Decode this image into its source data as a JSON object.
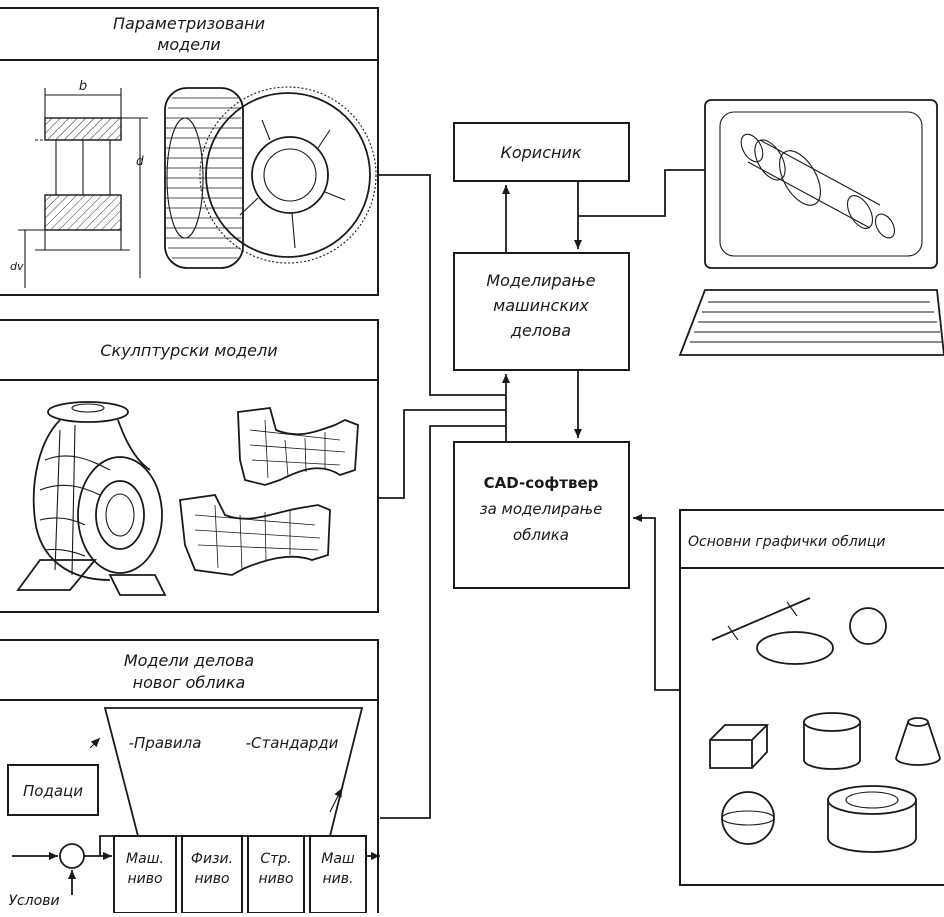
{
  "panels": {
    "parametrized": {
      "title_line1": "Параметризовани",
      "title_line2": "модели"
    },
    "sculptural": {
      "title": "Скулптурски модели"
    },
    "new_shape": {
      "title_line1": "Модели делова",
      "title_line2": "новог облика",
      "rules": "-Правила",
      "standards": "-Стандарди",
      "data": "Подаци",
      "conditions": "Услови",
      "levels": [
        {
          "l1": "Маш.",
          "l2": "ниво"
        },
        {
          "l1": "Физи.",
          "l2": "ниво"
        },
        {
          "l1": "Стр.",
          "l2": "ниво"
        },
        {
          "l1": "Маш",
          "l2": "нив."
        }
      ]
    },
    "graphic_forms": {
      "title": "Основни графички облици"
    }
  },
  "blocks": {
    "user": "Корисник",
    "modeling_l1": "Моделирање",
    "modeling_l2": "машинских",
    "modeling_l3": "делова",
    "cad_l1": "CAD-софтвер",
    "cad_l2": "за моделирање",
    "cad_l3": "облика"
  },
  "dimension_labels": {
    "b": "b",
    "d": "d",
    "dv": "dv"
  }
}
